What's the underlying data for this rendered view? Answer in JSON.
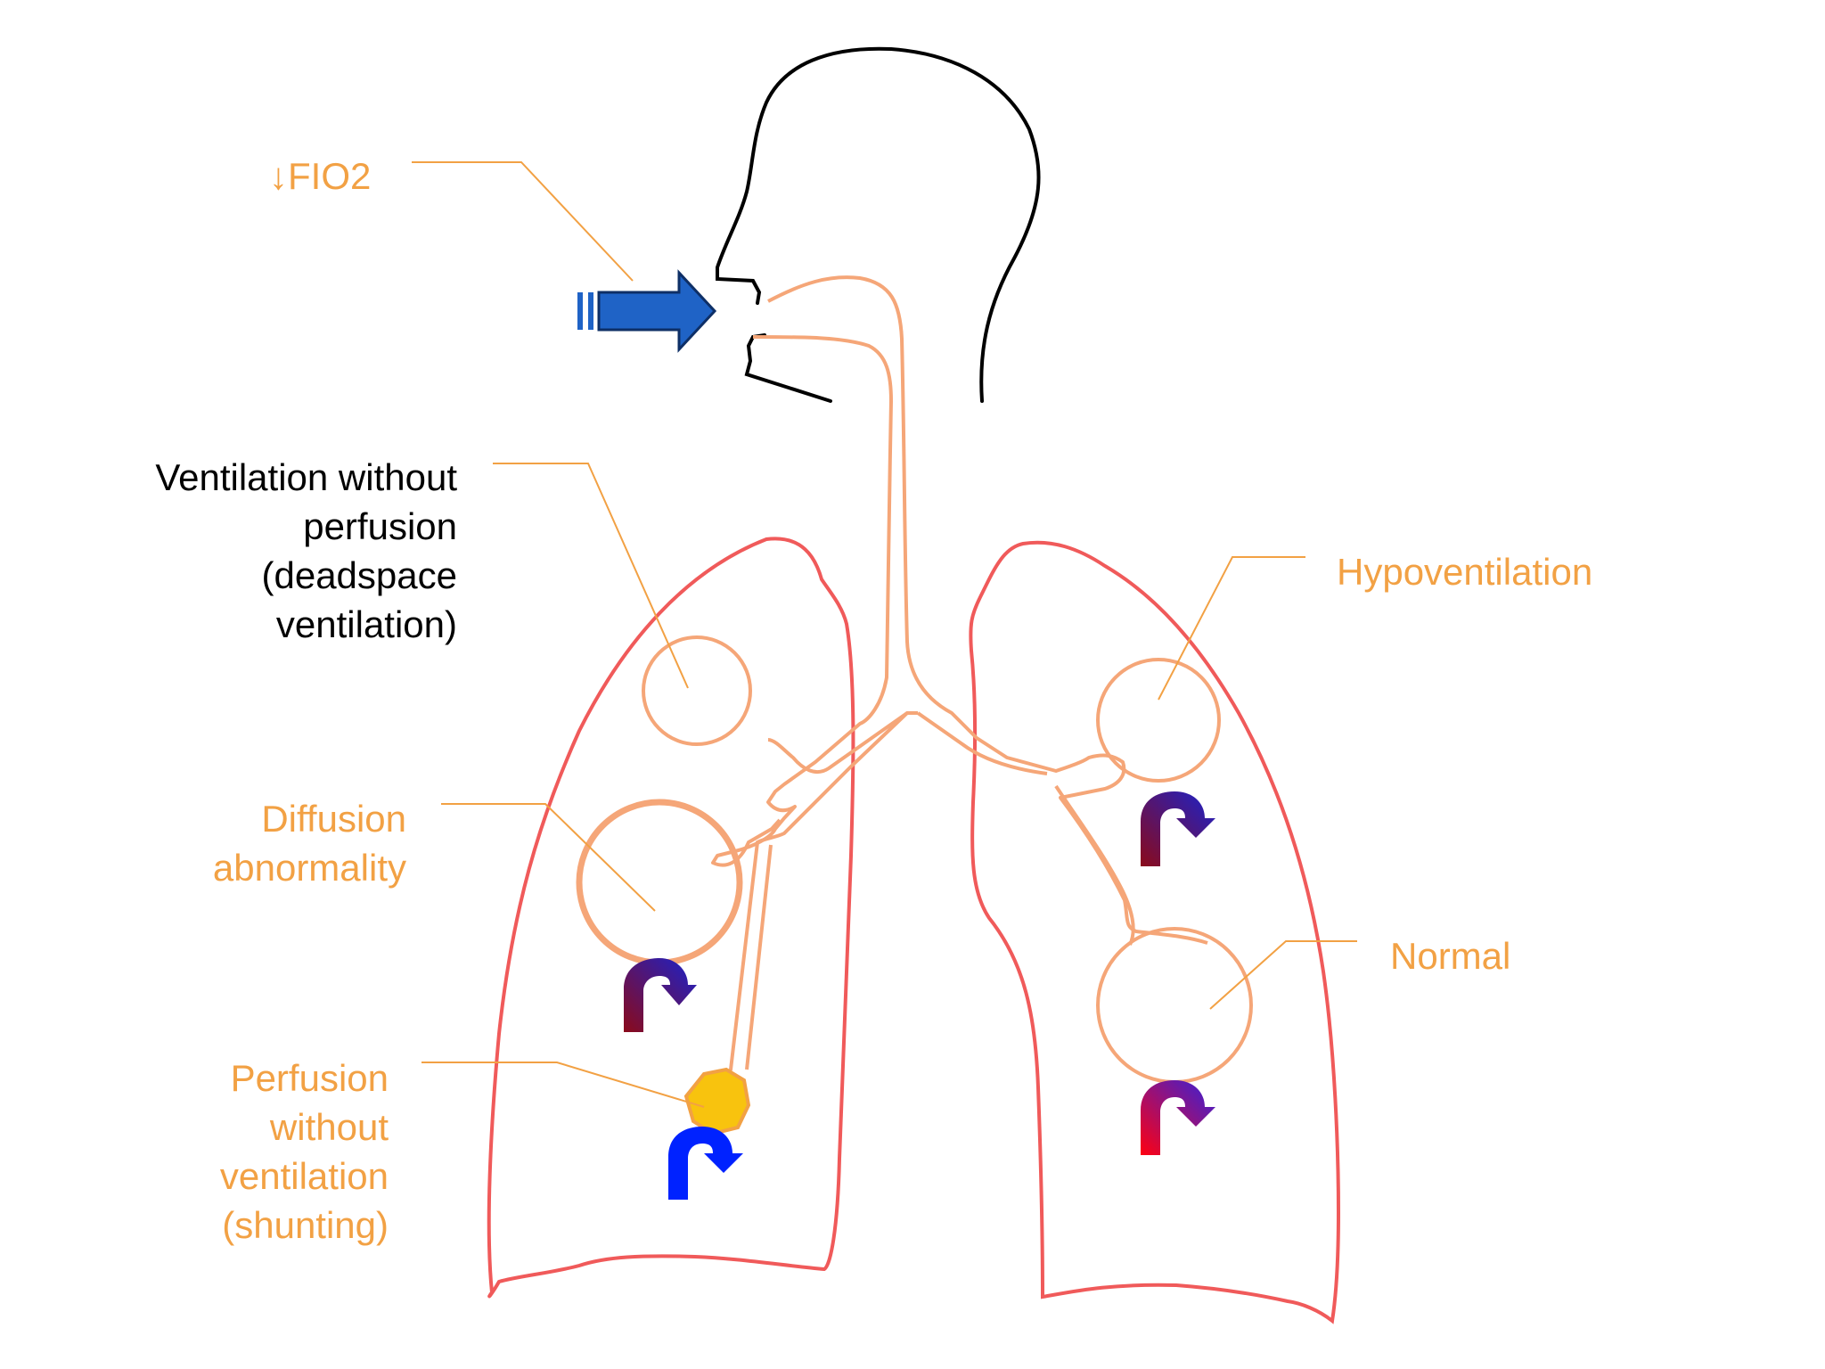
{
  "colors": {
    "label_orange": "#f2a144",
    "label_black": "#000000",
    "airway": "#f5a678",
    "lung_outline": "#f05a5a",
    "head_outline": "#000000",
    "inflow_arrow": "#1f63c6",
    "shunt_blob": "#f8c30e",
    "venous_blue": "#0022ff",
    "arterial_red": "#ff0011",
    "mixed_dark_red": "#8b0a1a"
  },
  "labels": {
    "fio2": "↓FIO2",
    "deadspace": [
      "Ventilation without",
      "perfusion",
      "(deadspace",
      "ventilation)"
    ],
    "diffusion": [
      "Diffusion",
      "abnormality"
    ],
    "shunting": [
      "Perfusion",
      "without",
      "ventilation",
      "(shunting)"
    ],
    "hypoventilation": "Hypoventilation",
    "normal": "Normal"
  },
  "icons": {
    "inflow": "right-arrow-icon",
    "curved_flow": "curved-arrow-icon"
  }
}
